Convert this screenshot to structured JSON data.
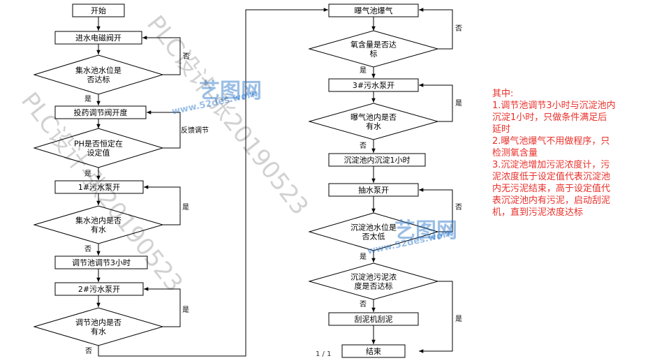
{
  "flow": {
    "start": "开始",
    "valve_open": "进水电磁阀开",
    "q_sump_level": [
      "集水池水位是",
      "否达标"
    ],
    "dosing_valve": "投药调节阀开度",
    "feedback": "反馈调节",
    "q_ph": [
      "PH是否恒定在",
      "设定值"
    ],
    "pump1": "1#污水泵开",
    "q_sump_water": [
      "集水池内是否",
      "有水"
    ],
    "regulate": "调节池调节3小时",
    "pump2": "2#污水泵开",
    "q_reg_water": [
      "调节池内是否",
      "有水"
    ],
    "aeration": "曝气池爆气",
    "q_oxygen": [
      "氧含量是否达",
      "标"
    ],
    "pump3": "3#污水泵开",
    "q_aer_water": [
      "曝气池内是否",
      "有水"
    ],
    "settle": "沉淀池内沉淀1小时",
    "pump_draw": "抽水泵开",
    "q_settle_low": [
      "沉淀池水位是",
      "否太低"
    ],
    "q_sludge": [
      "沉淀池污泥浓",
      "度是否达标"
    ],
    "scraper": "刮泥机刮泥",
    "end": "结束",
    "yes": "是",
    "no": "否"
  },
  "notes": {
    "heading": "其中:",
    "lines": [
      "1.调节池调节3小时与沉淀池内",
      "沉淀1小时，只做条件满足后",
      "延时",
      "2.曝气池爆气不用做程序，只",
      "检测氧含量",
      "3.沉淀池增加污泥浓度计，污",
      "泥浓度低于设定值代表沉淀池",
      "内无污泥结束，高于设定值代",
      "表沉淀池内有污泥，启动刮泥",
      "机，直到污泥浓度达标"
    ]
  },
  "page_number": "1 / 1",
  "watermarks": {
    "text": "PLC设计-张20190523",
    "brand": "艺图网",
    "brand_url": "www.52des.work"
  }
}
